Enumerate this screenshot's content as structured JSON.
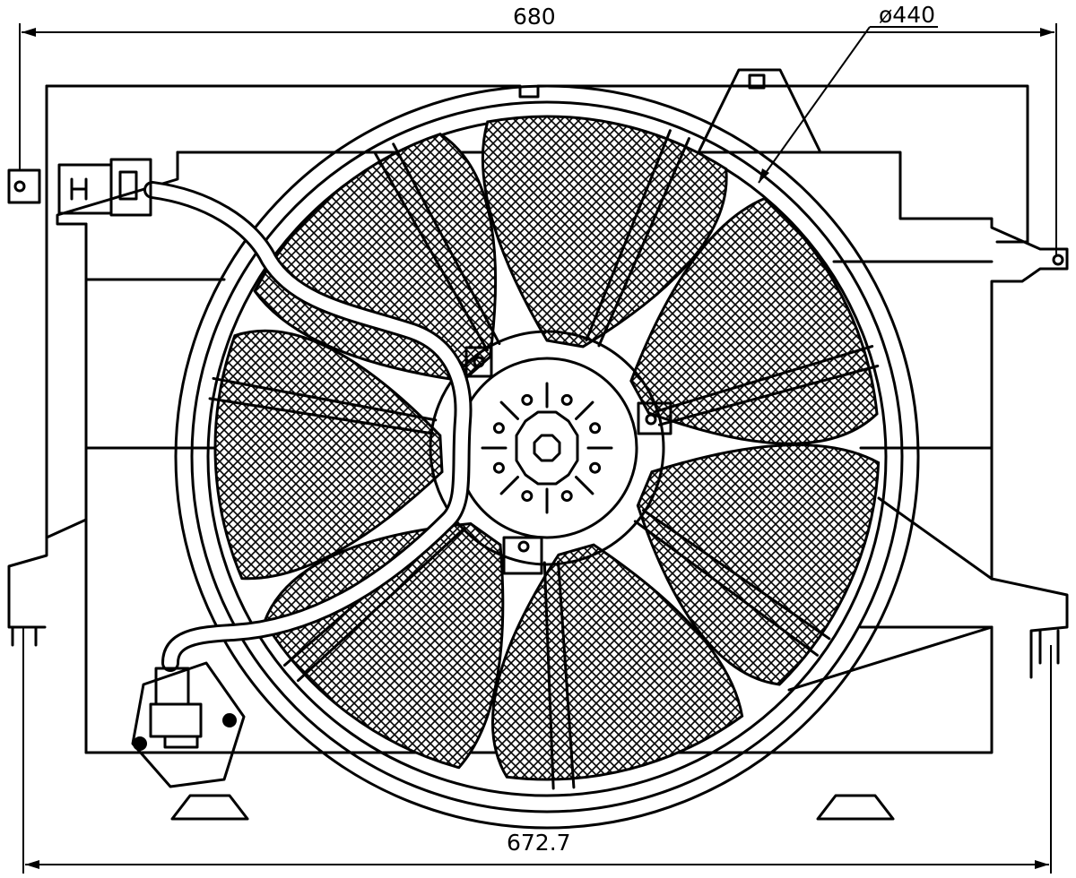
{
  "dimensions": {
    "overall_width": "680",
    "fan_diameter": "ø440",
    "bottom_width": "672.7"
  },
  "colors": {
    "line": "#000000",
    "background": "#ffffff"
  },
  "fan": {
    "blade_count": 7
  }
}
